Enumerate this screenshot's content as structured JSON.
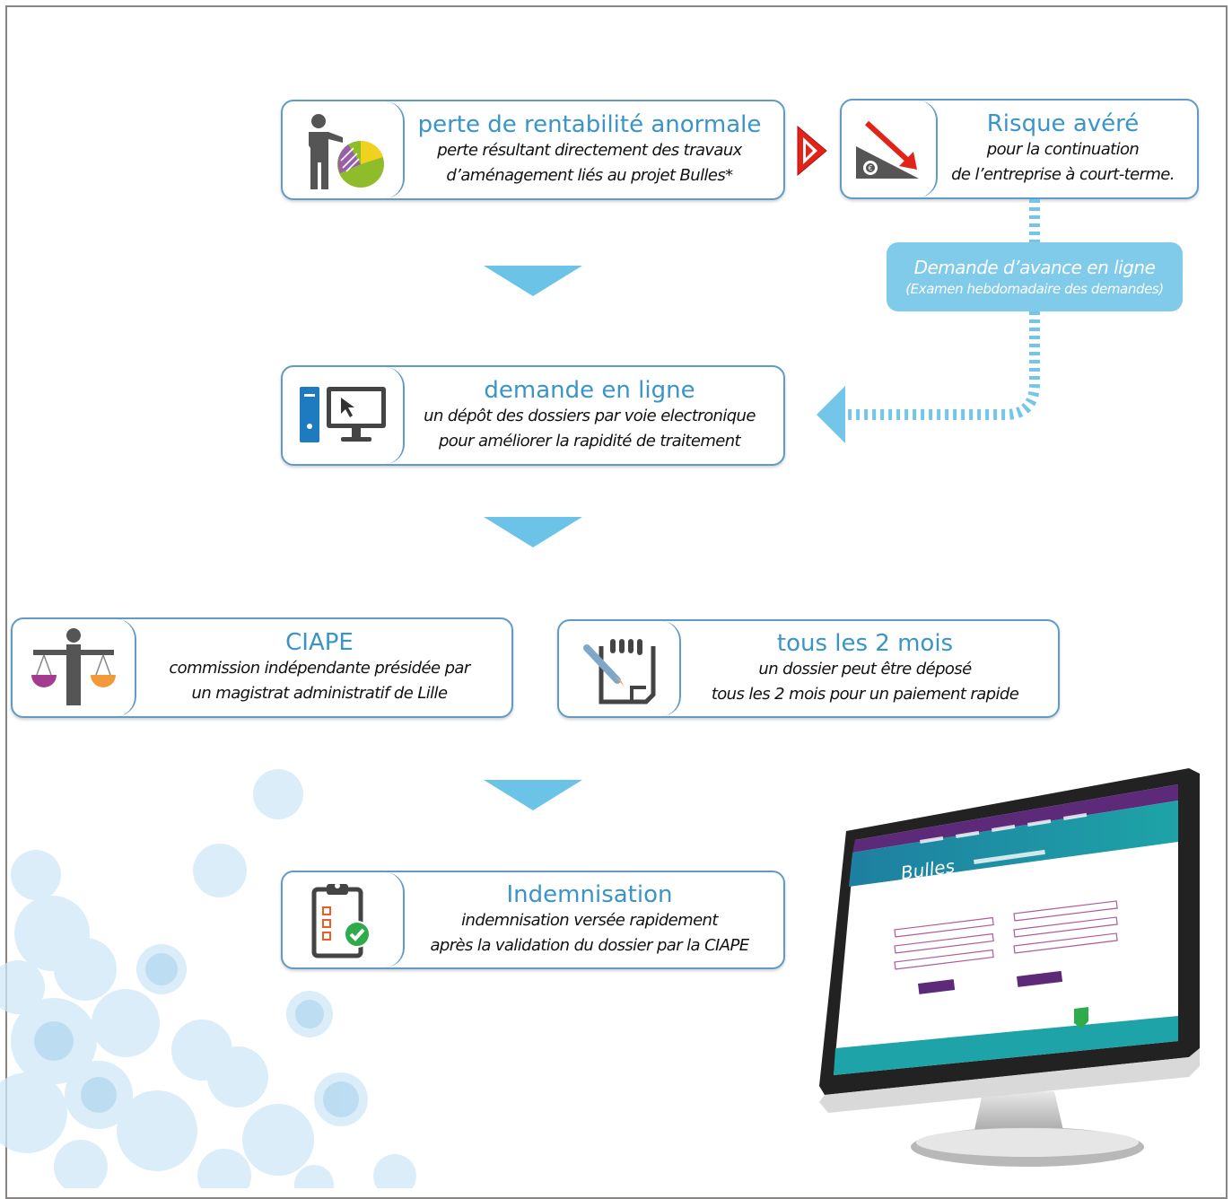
{
  "steps": {
    "perte": {
      "title": "perte de rentabilité anormale",
      "line1": "perte résultant directement des travaux",
      "line2": "d’aménagement liés au projet Bulles*"
    },
    "risque": {
      "title": "Risque avéré",
      "line1": "pour la continuation",
      "line2": "de l’entreprise à court-terme."
    },
    "demande": {
      "title": "demande en ligne",
      "line1": "un dépôt des dossiers par voie electronique",
      "line2": "pour améliorer la rapidité de traitement"
    },
    "ciape": {
      "title": "CIAPE",
      "line1": "commission indépendante présidée par",
      "line2": "un magistrat administratif de Lille"
    },
    "deux_mois": {
      "title": "tous les 2 mois",
      "line1": "un dossier peut être déposé",
      "line2": "tous les 2 mois pour un paiement rapide"
    },
    "indemnisation": {
      "title": "Indemnisation",
      "line1": "indemnisation versée rapidement",
      "line2": "après la validation du dossier par la CIAPE"
    }
  },
  "advance_request": {
    "line1": "Demande d’avance en ligne",
    "line2": "(Examen hebdomadaire des demandes)"
  },
  "colors": {
    "card_border": "#5e9cc7",
    "title_blue": "#3a94c8",
    "arrow_blue": "#6cc3e8",
    "dotted_blue": "#73c6e9",
    "alert_red": "#e2231a",
    "monitor_purple": "#5c2a78",
    "monitor_teal": "#1ea3a8"
  },
  "icons": [
    "presenter-chart-icon",
    "risk-decline-icon",
    "computer-cursor-icon",
    "scales-justice-icon",
    "hand-document-icon",
    "clipboard-check-icon",
    "red-play-arrow-icon",
    "website-monitor-image"
  ]
}
